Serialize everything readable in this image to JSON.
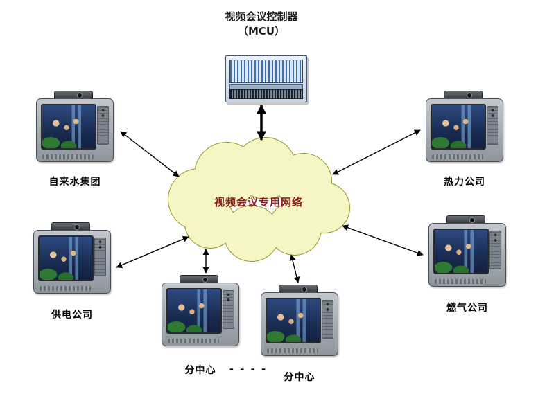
{
  "diagram": {
    "title": {
      "line1": "视频会议控制器",
      "line2": "（MCU）"
    },
    "cloud": {
      "label": "视频会议专用网络",
      "fill": "#f6f6c4",
      "stroke": "#96962e",
      "label_color": "#8b1e1e"
    },
    "dashes": "- - - -",
    "arrow_color": "#000000",
    "nodes": [
      {
        "id": "water",
        "label": "自来水集团"
      },
      {
        "id": "power",
        "label": "供电公司"
      },
      {
        "id": "subcenter_left",
        "label": "分中心"
      },
      {
        "id": "subcenter_right",
        "label": "分中心"
      },
      {
        "id": "heating",
        "label": "热力公司"
      },
      {
        "id": "gas",
        "label": "燃气公司"
      }
    ],
    "links": [
      "mcu-cloud",
      "cloud-water",
      "cloud-power",
      "cloud-subcenter-left",
      "cloud-subcenter-right",
      "cloud-heating",
      "cloud-gas"
    ]
  }
}
